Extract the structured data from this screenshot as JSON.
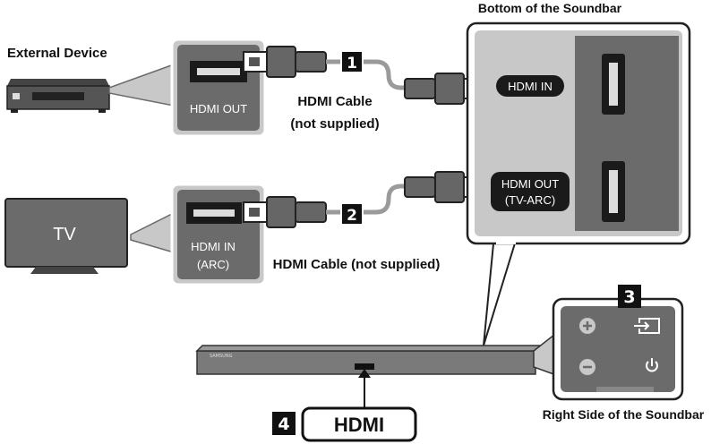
{
  "labels": {
    "external_device": "External Device",
    "tv_box_title": "TV",
    "soundbar_bottom": "Bottom of the Soundbar",
    "soundbar_right": "Right Side of the Soundbar",
    "hdmi_cable_line1": "HDMI Cable",
    "hdmi_cable_line2": "(not supplied)",
    "hdmi_cable_2": "HDMI Cable (not supplied)"
  },
  "ports": {
    "device_hdmi_out": "HDMI OUT",
    "tv_hdmi_in_line1": "HDMI IN",
    "tv_hdmi_in_line2": "(ARC)",
    "soundbar_hdmi_in": "HDMI IN",
    "soundbar_hdmi_out_line1": "HDMI OUT",
    "soundbar_hdmi_out_line2": "(TV-ARC)",
    "soundbar_front_hdmi": "HDMI"
  },
  "steps": [
    "1",
    "2",
    "3",
    "4"
  ],
  "brand": "SAMSUNG",
  "colors": {
    "panel_gray": "#c8c8c8",
    "dark_gray": "#6b6b6b",
    "port_black": "#1a1a1a",
    "cable_gray": "#9a9a9a",
    "soundbar": "#7a7a7a"
  },
  "icons": [
    "source-icon",
    "plus-icon",
    "minus-icon",
    "power-icon"
  ]
}
